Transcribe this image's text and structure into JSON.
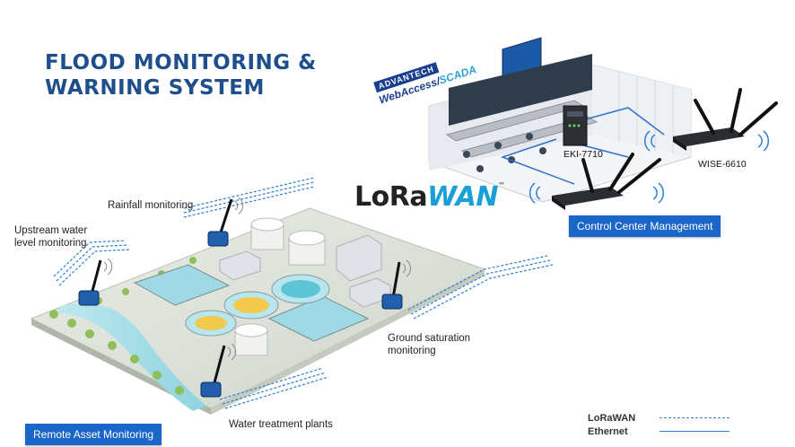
{
  "title": {
    "line1": "FLOOD MONITORING &",
    "line2": "WARNING SYSTEM"
  },
  "brand": {
    "advantech": "ADVANTECH",
    "webaccess": "WebAccess/",
    "scada": "SCADA"
  },
  "lorawan_logo": {
    "lora": "LoRa",
    "wan": "WAN",
    "tm": "™"
  },
  "devices": {
    "eki": "EKI-7710",
    "wise": "WISE-6610"
  },
  "labels": {
    "rainfall": "Rainfall monitoring",
    "upstream_line1": "Upstream water",
    "upstream_line2": "level monitoring",
    "ground_line1": "Ground saturation",
    "ground_line2": "monitoring",
    "water_treatment": "Water treatment plants"
  },
  "boxes": {
    "control_center": "Control Center Management",
    "remote_asset": "Remote Asset Monitoring"
  },
  "legend": {
    "lorawan": "LoRaWAN",
    "ethernet": "Ethernet"
  },
  "colors": {
    "accent": "#1b66c9",
    "title": "#1e4e8c",
    "link": "#2f7fd6"
  }
}
